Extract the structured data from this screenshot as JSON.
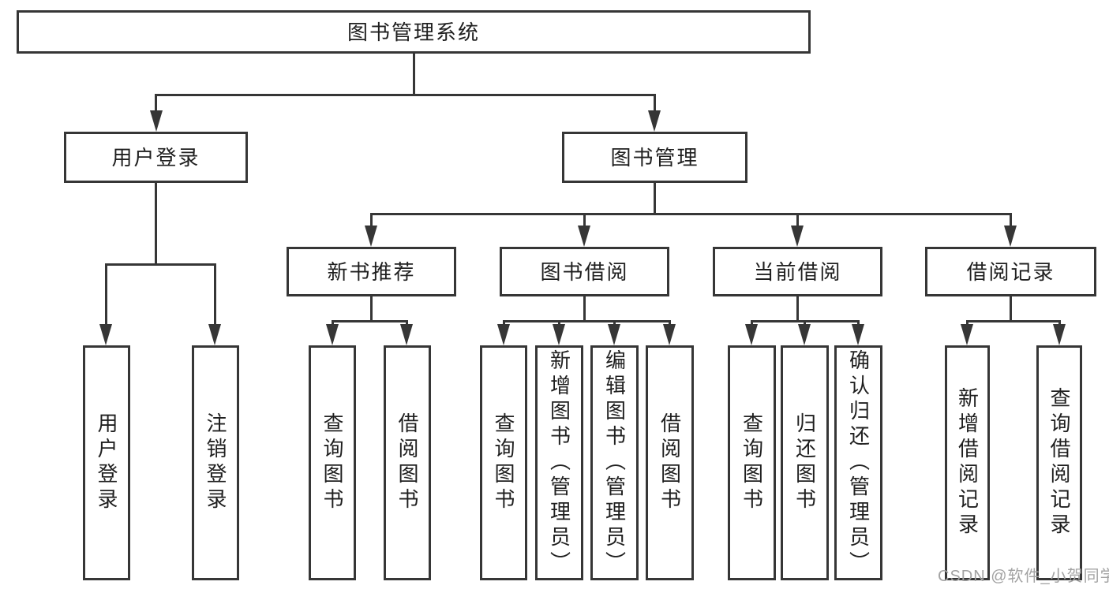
{
  "diagram": {
    "root": {
      "label": "图书管理系统",
      "children": [
        {
          "label": "用户登录",
          "children": [
            {
              "label": "用户登录"
            },
            {
              "label": "注销登录"
            }
          ]
        },
        {
          "label": "图书管理",
          "children": [
            {
              "label": "新书推荐",
              "children": [
                {
                  "label": "查询图书"
                },
                {
                  "label": "借阅图书"
                }
              ]
            },
            {
              "label": "图书借阅",
              "children": [
                {
                  "label": "查询图书"
                },
                {
                  "label": "新增图书（管理员）"
                },
                {
                  "label": "编辑图书（管理员）"
                },
                {
                  "label": "借阅图书"
                }
              ]
            },
            {
              "label": "当前借阅",
              "children": [
                {
                  "label": "查询图书"
                },
                {
                  "label": "归还图书"
                },
                {
                  "label": "确认归还（管理员）"
                }
              ]
            },
            {
              "label": "借阅记录",
              "children": [
                {
                  "label": "新增借阅记录"
                },
                {
                  "label": "查询借阅记录"
                }
              ]
            }
          ]
        }
      ]
    },
    "watermark": "CSDN @软件_小贺同学",
    "colors": {
      "line": "#363636",
      "text": "#1f1f1f",
      "watermark": "#a3a3a3",
      "background": "#ffffff"
    }
  }
}
